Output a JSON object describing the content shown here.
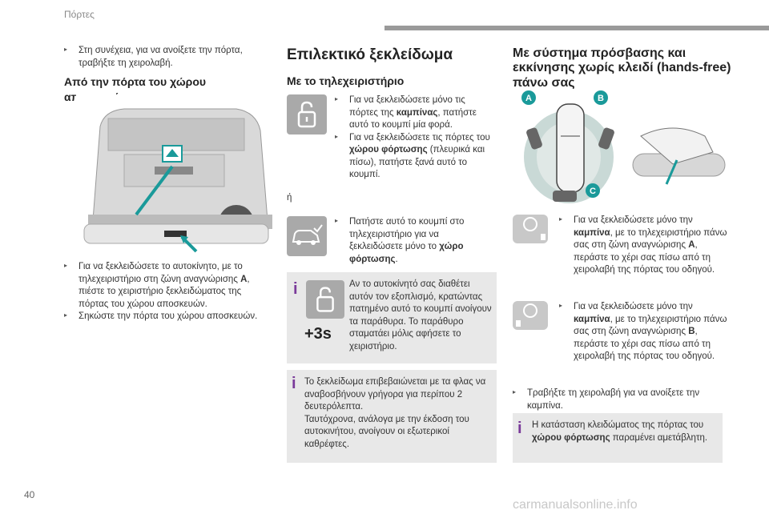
{
  "header": {
    "title": "Πόρτες"
  },
  "page_number": "40",
  "watermark": "carmanualsonline.info",
  "col1": {
    "intro_bullet": "Στη συνέχεια, για να ανοίξετε την πόρτα, τραβήξτε τη χειρολαβή.",
    "heading": "Από την πόρτα του χώρου αποσκευών",
    "bullets": [
      "Για να ξεκλειδώσετε το αυτοκίνητο, με το τηλεχειριστήριο στη ζώνη αναγνώρισης A, πιέστε το χειριστήριο ξεκλειδώματος της πόρτας του χώρου αποσκευών.",
      "Σηκώστε την πόρτα του χώρου αποσκευών."
    ],
    "bullet1_pre": "Για να ξεκλειδώσετε το αυτοκίνητο, με το τηλεχειριστήριο στη ζώνη αναγνώρισης ",
    "bullet1_bold": "A",
    "bullet1_post": ", πιέστε το χειριστήριο ξεκλειδώματος της πόρτας του χώρου αποσκευών.",
    "bullet2": "Σηκώστε την πόρτα του χώρου αποσκευών."
  },
  "col2": {
    "heading": "Επιλεκτικό ξεκλείδωμα",
    "subheading": "Με το τηλεχειριστήριο",
    "b1_pre": "Για να ξεκλειδώσετε μόνο τις πόρτες της ",
    "b1_bold": "καμπίνας",
    "b1_post": ", πατήστε αυτό το κουμπί μία φορά.",
    "b2_pre": "Για να ξεκλειδώσετε τις πόρτες του ",
    "b2_bold": "χώρου φόρτωσης",
    "b2_post": " (πλευρικά και πίσω), πατήστε ξανά αυτό το κουμπί.",
    "or": "ή",
    "b3_pre": "Πατήστε αυτό το κουμπί στο τηλεχειριστήριο για να ξεκλειδώσετε μόνο το ",
    "b3_bold": "χώρο φόρτωσης",
    "b3_post": ".",
    "note1": "Αν το αυτοκίνητό σας διαθέτει αυτόν τον εξοπλισμό, κρατώντας πατημένο αυτό το κουμπί ανοίγουν τα παράθυρα. Το παράθυρο σταματάει μόλις αφήσετε το χειριστήριο.",
    "note1_badge": "+3s",
    "note2_line1": "Το ξεκλείδωμα επιβεβαιώνεται με τα φλας να αναβοσβήνουν γρήγορα για περίπου 2 δευτερόλεπτα.",
    "note2_line2": "Ταυτόχρονα, ανάλογα με την έκδοση του αυτοκινήτου, ανοίγουν οι εξωτερικοί καθρέφτες."
  },
  "col3": {
    "heading": "Με σύστημα πρόσβασης και εκκίνησης χωρίς κλειδί (hands-free) πάνω σας",
    "zones": [
      "A",
      "B",
      "C"
    ],
    "b1_pre": "Για να ξεκλειδώσετε μόνο την ",
    "b1_bold": "καμπίνα",
    "b1_mid": ", με το τηλεχειριστήριο πάνω σας στη ζώνη αναγνώρισης ",
    "b1_zone": "A",
    "b1_post": ", περάστε το χέρι σας πίσω από τη χειρολαβή της πόρτας του οδηγού.",
    "b2_pre": "Για να ξεκλειδώσετε μόνο την ",
    "b2_bold": "καμπίνα",
    "b2_mid": ", με το τηλεχειριστήριο πάνω σας στη ζώνη αναγνώρισης ",
    "b2_zone": "B",
    "b2_post": ", περάστε το χέρι σας πίσω από τη χειρολαβή της πόρτας του οδηγού.",
    "b3": "Τραβήξτε τη χειρολαβή για να ανοίξετε την καμπίνα.",
    "note_pre": "Η κατάσταση κλειδώματος της πόρτας του ",
    "note_bold": "χώρου φόρτωσης",
    "note_post": " παραμένει αμετάβλητη."
  },
  "colors": {
    "accent_teal": "#1a9a9a",
    "note_bg": "#e8e8e8",
    "icon_bg": "#a9a9a9",
    "info_purple": "#7a3a9a"
  }
}
